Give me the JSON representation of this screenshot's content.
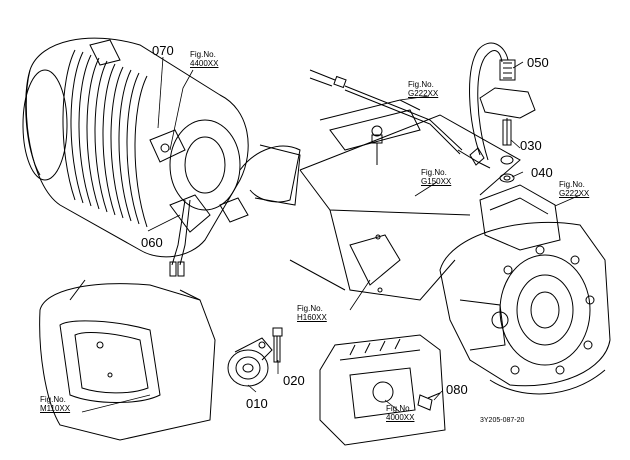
{
  "parts": {
    "p070": "070",
    "p060": "060",
    "p050": "050",
    "p030": "030",
    "p040": "040",
    "p020": "020",
    "p010": "010",
    "p080": "080"
  },
  "fig_refs": {
    "label": "Fig.No.",
    "r4400": "4400XX",
    "r222a": "G222XX",
    "r150": "G150XX",
    "r222b": "G222XX",
    "r160": "H160XX",
    "r110": "M110XX",
    "r4000": "4000XX"
  },
  "drawing_code": "3Y205-087-20"
}
